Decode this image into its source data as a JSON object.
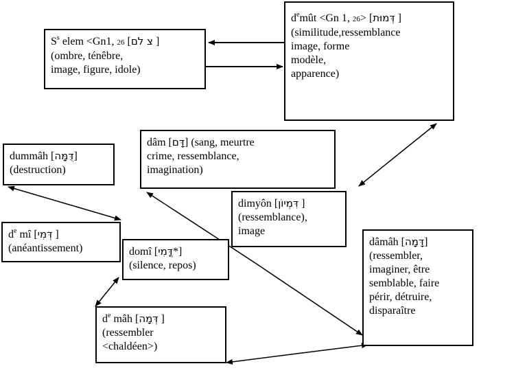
{
  "nodes": {
    "selem": {
      "word_pre": "S",
      "word_sup": "s",
      "word_post": " elem <Gn1, ",
      "ref_small": "26",
      "bracket_open": " [",
      "hebrew": "צ לם",
      "bracket_close": " ]",
      "lines": [
        "(ombre, ténêbre,",
        "image, figure, idole)"
      ]
    },
    "demut": {
      "word_pre": "d",
      "word_sup": "e",
      "word_post": "mût <Gn 1, ",
      "ref_small": "26",
      "bracket_open": "> [",
      "hebrew": "דְּמוּת",
      "bracket_close": " ]",
      "lines": [
        "(similitude,ressemblance",
        "image, forme",
        "modèle,",
        "apparence)"
      ]
    },
    "dam": {
      "word": "dâm [",
      "hebrew": "דָּם",
      "bracket_close": "]",
      "after": " (sang, meurtre",
      "lines": [
        "crime, ressemblance,",
        "imagination)"
      ]
    },
    "dummah": {
      "word": "dummâh [",
      "hebrew": "דֻּמָּה",
      "bracket_close": "]",
      "lines": [
        "(destruction)"
      ]
    },
    "dimyon": {
      "word": "dimyôn [",
      "hebrew": "דִּמְיוֹן",
      "bracket_close": " ]",
      "lines": [
        "(ressemblance),",
        "image"
      ]
    },
    "demi": {
      "word_pre": "d",
      "word_sup": "e",
      "word_post": " mî [",
      "hebrew": "דְּמִי",
      "bracket_close": " ]",
      "lines": [
        "(anéantissement)"
      ]
    },
    "domi": {
      "word": "domî [",
      "hebrew": "דֳּמִי",
      "bracket_close": "*]",
      "lines": [
        "(silence, repos)"
      ]
    },
    "damah": {
      "word": "dâmâh [",
      "hebrew": "דָּמָה",
      "bracket_close": "]",
      "lines": [
        "(ressembler,",
        "imaginer, être",
        "semblable, faire",
        "périr, détruire,",
        "disparaître"
      ]
    },
    "demah": {
      "word_pre": "d",
      "word_sup": "e",
      "word_post": " mâh [",
      "hebrew": "דְּמָה",
      "bracket_close": " ]",
      "lines": [
        "(ressembler",
        "<chaldéen>)"
      ]
    }
  }
}
